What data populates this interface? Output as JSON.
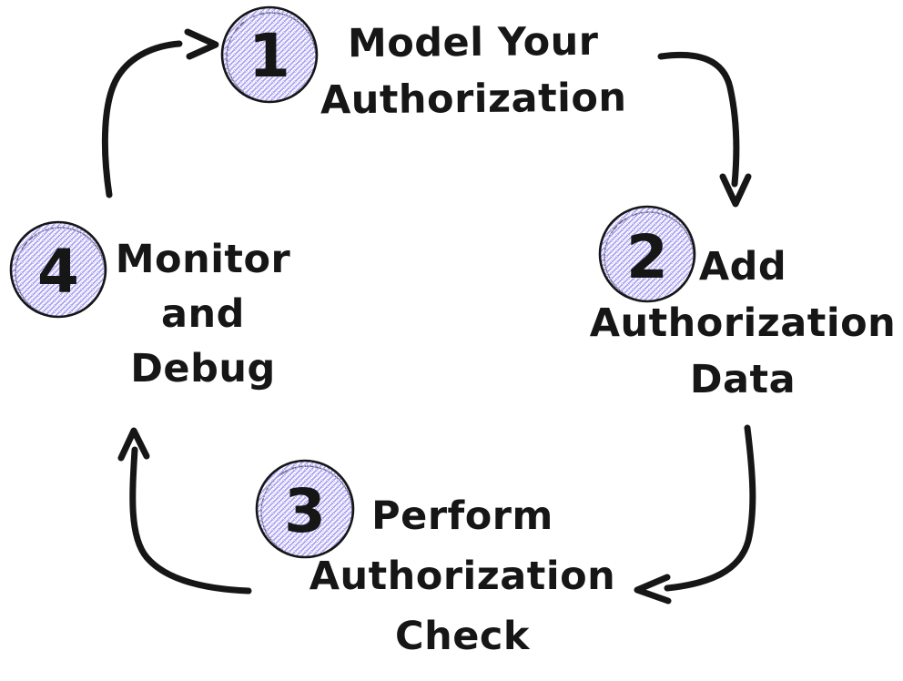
{
  "diagram": {
    "name": "Authorization lifecycle cycle diagram",
    "steps": [
      {
        "number": "1",
        "label": "Model Your\nAuthorization"
      },
      {
        "number": "2",
        "label": "Add\nAuthorization\nData"
      },
      {
        "number": "3",
        "label": "Perform\nAuthorization\nCheck"
      },
      {
        "number": "4",
        "label": "Monitor\nand\nDebug"
      }
    ],
    "arrows": [
      {
        "name": "arrow-step-1-to-step-2",
        "direction": "down"
      },
      {
        "name": "arrow-step-2-to-step-3",
        "direction": "left"
      },
      {
        "name": "arrow-step-3-to-step-4",
        "direction": "up"
      },
      {
        "name": "arrow-step-4-to-step-1",
        "direction": "right"
      }
    ],
    "colors": {
      "ink": "#161616",
      "hatch_fill": "#a89ff0",
      "background": "#ffffff"
    }
  }
}
